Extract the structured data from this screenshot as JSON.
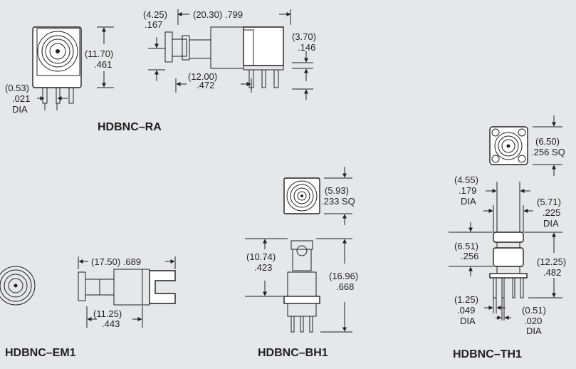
{
  "colors": {
    "background": "#e6e7e8",
    "ink": "#231f20",
    "part_fill": "#ffffff",
    "shade": "#a7a9ac"
  },
  "ra": {
    "title": "HDBNC–RA",
    "d1_mm": "(4.25)",
    "d1_in": ".167",
    "d2": "(20.30) .799",
    "d3_mm": "(3.70)",
    "d3_in": ".146",
    "d4_mm": "(11.70)",
    "d4_in": ".461",
    "d5_mm": "(12.00)",
    "d5_in": ".472",
    "d6_mm": "(0.53)",
    "d6_in": ".021",
    "d6_dia": "DIA"
  },
  "em1": {
    "title": "HDBNC–EM1",
    "d1": "(17.50) .689",
    "d2_mm": "(11.25)",
    "d2_in": ".443"
  },
  "bh1": {
    "title": "HDBNC–BH1",
    "d1_mm": "(5.93)",
    "d1_in": ".233 SQ",
    "d2_mm": "(10.74)",
    "d2_in": ".423",
    "d3_mm": "(16.96)",
    "d3_in": ".668"
  },
  "th1": {
    "title": "HDBNC–TH1",
    "d1_mm": "(6.50)",
    "d1_in": ".256 SQ",
    "d2_mm": "(4.55)",
    "d2_in": ".179",
    "d2_dia": "DIA",
    "d3_mm": "(5.71)",
    "d3_in": ".225",
    "d3_dia": "DIA",
    "d4_mm": "(6.51)",
    "d4_in": ".256",
    "d5_mm": "(12.25)",
    "d5_in": ".482",
    "d6_mm": "(1.25)",
    "d6_in": ".049",
    "d6_dia": "DIA",
    "d7_mm": "(0.51)",
    "d7_in": ".020",
    "d7_dia": "DIA"
  }
}
